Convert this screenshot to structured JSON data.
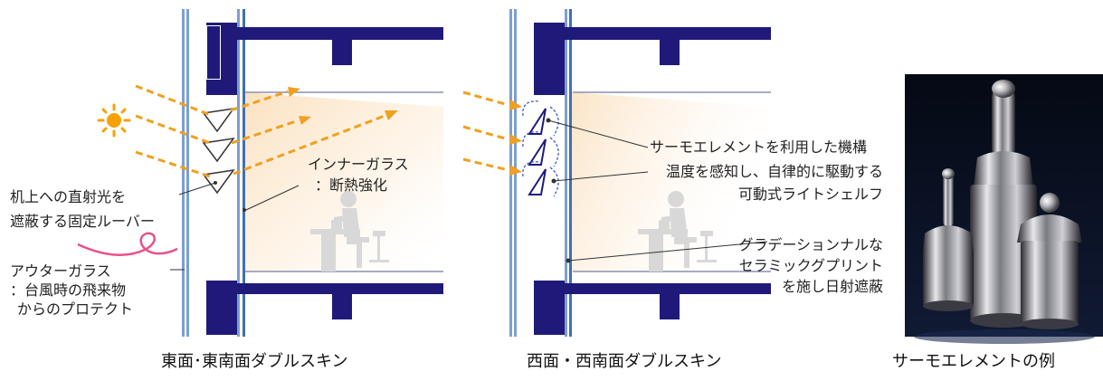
{
  "left_panel": {
    "louver_label": [
      "机上への直射光を",
      "遮蔽する固定ルーバー"
    ],
    "outer_glass_label": [
      "アウターガラス",
      "：台風時の飛来物",
      "からのプロテクト"
    ],
    "inner_glass_label": [
      "インナーガラス",
      "：断熱強化"
    ],
    "caption": "東面･東南面ダブルスキン"
  },
  "right_panel": {
    "mechanism_label": "サーモエレメントを利用した機構",
    "shelf_label": [
      "温度を感知し、自律的に駆動する",
      "可動式ライトシェルフ"
    ],
    "print_label": [
      "グラデーションナルな",
      "セラミックグプリント",
      "を施し日射遮蔽"
    ],
    "caption": "西面・西南面ダブルスキン"
  },
  "photo": {
    "caption": "サーモエレメントの例"
  },
  "colors": {
    "structure": "#1f1a7a",
    "arrow": "#f0a020",
    "sun": "#f7a000",
    "glass": "#4a7fc0",
    "gradient": "#fbe0bd",
    "swirl": "#e8508c"
  }
}
